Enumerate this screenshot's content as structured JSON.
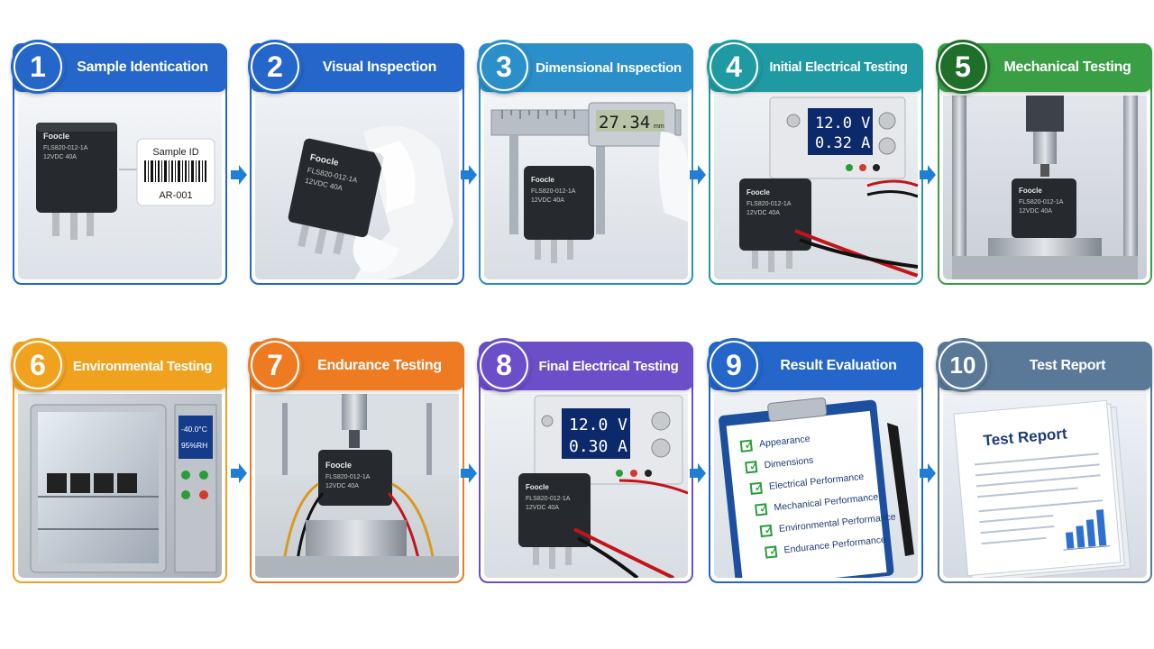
{
  "steps": [
    {
      "num": "1",
      "title": "Sample Identication",
      "color": "#2466c9"
    },
    {
      "num": "2",
      "title": "Visual Inspection",
      "color": "#2466c9"
    },
    {
      "num": "3",
      "title": "Dimensional Inspection",
      "color": "#2b8fc9"
    },
    {
      "num": "4",
      "title": "Initial Electrical Testing",
      "color": "#1f9aa3"
    },
    {
      "num": "5",
      "title": "Mechanical Testing",
      "color": "#3a9e45"
    },
    {
      "num": "6",
      "title": "Environmental Testing",
      "color": "#f0a21e"
    },
    {
      "num": "7",
      "title": "Endurance Testing",
      "color": "#ee7a22"
    },
    {
      "num": "8",
      "title": "Final Electrical Testing",
      "color": "#6b4fc8"
    },
    {
      "num": "9",
      "title": "Result Evaluation",
      "color": "#2466c9"
    },
    {
      "num": "10",
      "title": "Test Report",
      "color": "#5a7898"
    }
  ],
  "relay": {
    "brand": "Foocle",
    "model": "FLS820-012-1A",
    "spec": "12VDC 40A"
  },
  "step1": {
    "label_title": "Sample ID",
    "label_code": "AR-001"
  },
  "step3": {
    "caliper_reading": "27.34",
    "caliper_unit": "mm"
  },
  "step4": {
    "voltage": "12.0 V",
    "current": "0.32 A"
  },
  "step6": {
    "temperature": "-40.0°C",
    "humidity": "95%RH"
  },
  "step8": {
    "voltage": "12.0 V",
    "current": "0.30 A"
  },
  "step9": {
    "checklist": [
      "Appearance",
      "Dimensions",
      "Electrical Performance",
      "Mechanical Performance",
      "Environmental Performance",
      "Endurance Performance"
    ]
  },
  "step10": {
    "report_title": "Test Report"
  },
  "colors": {
    "arrow": "#1f7fd6",
    "check": "#2a9d3a"
  }
}
